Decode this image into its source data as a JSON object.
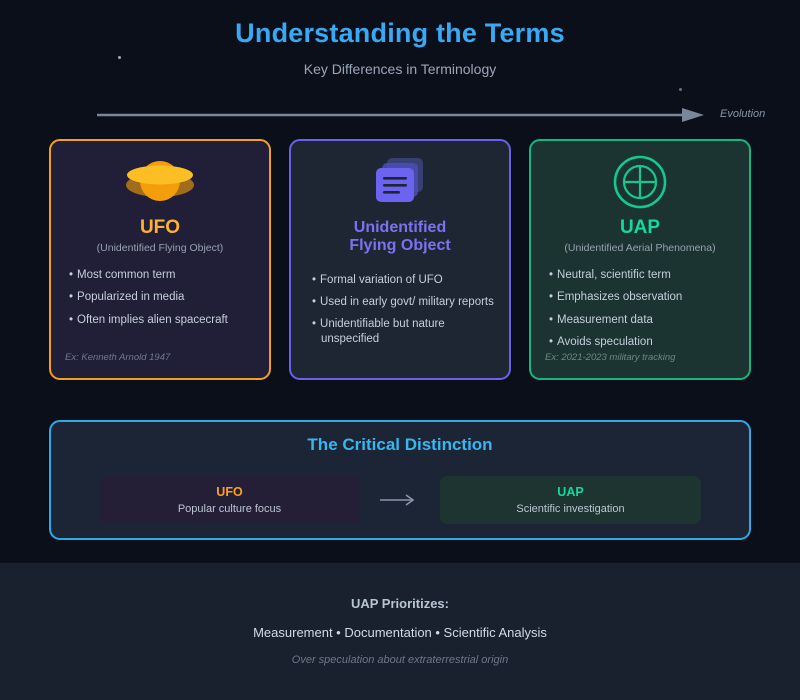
{
  "header": {
    "title": "Understanding the Terms",
    "subtitle": "Key Differences in Terminology",
    "title_color": "#38a9f5"
  },
  "timeline": {
    "label": "Evolution",
    "line_color": "#7a8699"
  },
  "cards": [
    {
      "id": "ufo",
      "icon": "flying-saucer-icon",
      "title": "UFO",
      "subtitle": "(Unidentified Flying Object)",
      "accent": "#ffb02e",
      "border": "#f2a01e",
      "background": "#211f38",
      "bullets": [
        "Most common term",
        "Popularized in media",
        "Often implies alien spacecraft"
      ],
      "example": "Ex: Kenneth Arnold 1947"
    },
    {
      "id": "unidentified-flying-object",
      "icon": "documents-stack-icon",
      "title": "Unidentified\nFlying Object",
      "title_line1": "Unidentified",
      "title_line2": "Flying Object",
      "subtitle": "",
      "accent": "#7b72f0",
      "border": "#6a62e8",
      "background": "#1e2633",
      "bullets": [
        "Formal variation of UFO",
        "Used in early govt/ military reports",
        "Unidentifiable but nature unspecified"
      ],
      "example": ""
    },
    {
      "id": "uap",
      "icon": "crosshair-target-icon",
      "title": "UAP",
      "subtitle": "(Unidentified Aerial Phenomena)",
      "accent": "#14d99a",
      "border": "#14b87c",
      "background": "#1b3331",
      "bullets": [
        "Neutral, scientific term",
        "Emphasizes observation",
        "Measurement data",
        "Avoids speculation"
      ],
      "example": "Ex: 2021-2023 military tracking"
    }
  ],
  "critical": {
    "title": "The Critical Distinction",
    "border_color": "#2fa8e8",
    "left": {
      "term": "UFO",
      "description": "Popular culture focus",
      "accent": "#ff9f1c"
    },
    "right": {
      "term": "UAP",
      "description": "Scientific investigation",
      "accent": "#14d99a"
    },
    "arrow": "right-arrow-icon"
  },
  "footer": {
    "heading": "UAP Prioritizes:",
    "list": "Measurement • Documentation • Scientific Analysis",
    "note": "Over speculation about extraterrestrial origin"
  }
}
